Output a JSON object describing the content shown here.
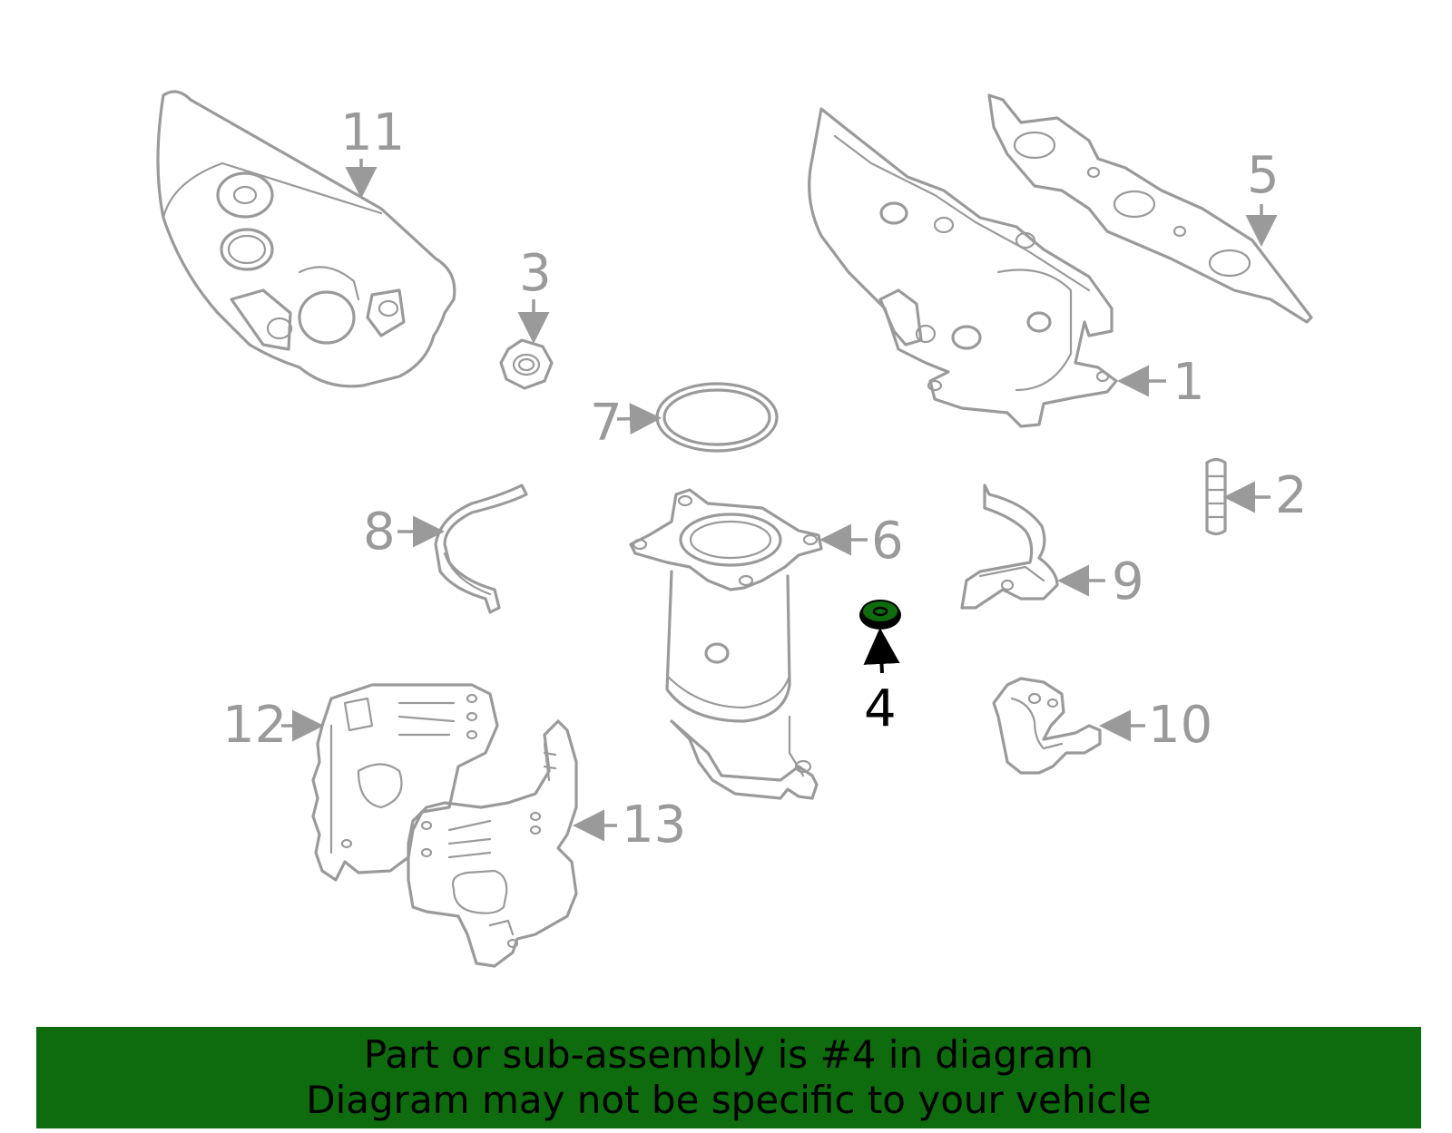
{
  "callouts": {
    "c1": "1",
    "c2": "2",
    "c3": "3",
    "c4": "4",
    "c5": "5",
    "c6": "6",
    "c7": "7",
    "c8": "8",
    "c9": "9",
    "c10": "10",
    "c11": "11",
    "c12": "12",
    "c13": "13"
  },
  "highlighted_part": "4",
  "colors": {
    "banner": "#0e6b0e",
    "highlight": "#0e6b0e",
    "line_art": "#9a9a9a"
  },
  "banner": {
    "line1": "Part or sub-assembly is #4 in diagram",
    "line2": "Diagram may not be specific to your vehicle"
  }
}
